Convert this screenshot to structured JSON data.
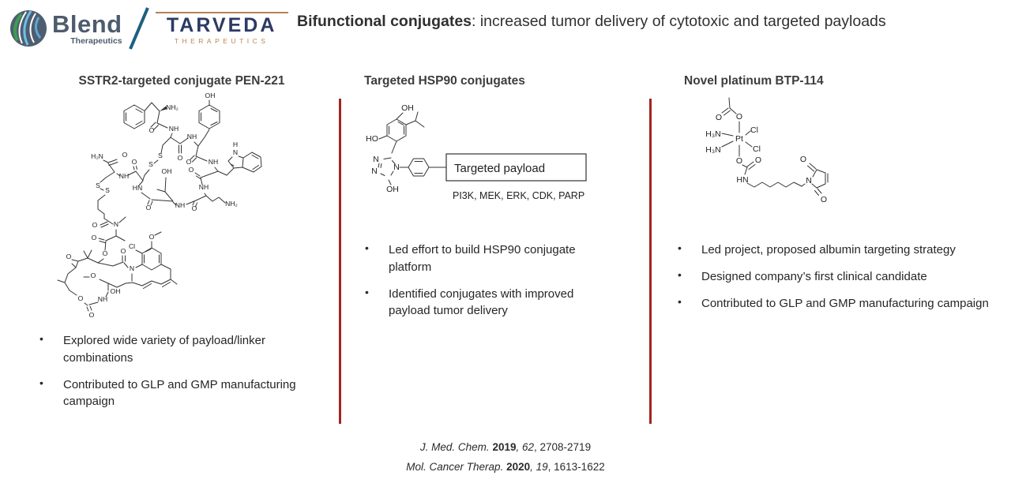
{
  "header": {
    "blend": {
      "name": "Blend",
      "sub": "Therapeutics"
    },
    "tarveda": {
      "name": "TARVEDA",
      "sub": "THERAPEUTICS"
    },
    "title_strong": "Bifunctional conjugates",
    "title_rest": ": increased tumor delivery of cytotoxic and targeted payloads"
  },
  "columns": [
    {
      "heading": "SSTR2-targeted conjugate PEN-221",
      "bullets": [
        "Explored wide variety of payload/linker combinations",
        "Contributed to GLP and GMP manufacturing campaign"
      ]
    },
    {
      "heading": "Targeted HSP90 conjugates",
      "payload_box_label": "Targeted payload",
      "payload_targets": "PI3K, MEK, ERK, CDK, PARP",
      "bullets": [
        "Led effort to build HSP90 conjugate platform",
        "Identified conjugates with improved payload tumor delivery"
      ]
    },
    {
      "heading": "Novel platinum BTP-114",
      "bullets": [
        "Led project, proposed albumin targeting strategy",
        "Designed company’s first clinical candidate",
        "Contributed to GLP and GMP manufacturing campaign"
      ]
    }
  ],
  "citations": [
    {
      "journal": "J. Med. Chem.",
      "year": " 2019",
      "volume": ", 62",
      "pages": ", 2708-2719"
    },
    {
      "journal": "Mol. Cancer Therap.",
      "year": " 2020",
      "volume": ", 19",
      "pages": ", 1613-1622"
    }
  ],
  "mol": {
    "pen221": [
      "NH₂",
      "O",
      "NH",
      "O",
      "NH",
      "OH",
      "O",
      "NH",
      "H",
      "N",
      "O",
      "NH",
      "NH₂",
      "H₂N",
      "O",
      "NH",
      "O",
      "S",
      "S",
      "HN",
      "OH",
      "O",
      "S",
      "S",
      "O",
      "N",
      "O",
      "O",
      "Cl",
      "O",
      "O",
      "N",
      "O",
      "O",
      "OH",
      "NH",
      "O",
      "O",
      "O",
      "NH"
    ],
    "hsp90": [
      "OH",
      "HO",
      "N",
      "N",
      "N",
      "OH"
    ],
    "pt": [
      "O",
      "O",
      "H₃N",
      "H₃N",
      "Pt",
      "Cl",
      "Cl",
      "O",
      "O",
      "HN",
      "N",
      "O",
      "O"
    ]
  },
  "colors": {
    "divider_red": "#A3241E",
    "tarveda_navy": "#2C3A64",
    "tarveda_gold": "#B5835A",
    "blend_slate": "#4D5C6E",
    "text_ink": "#2E2E2E"
  }
}
